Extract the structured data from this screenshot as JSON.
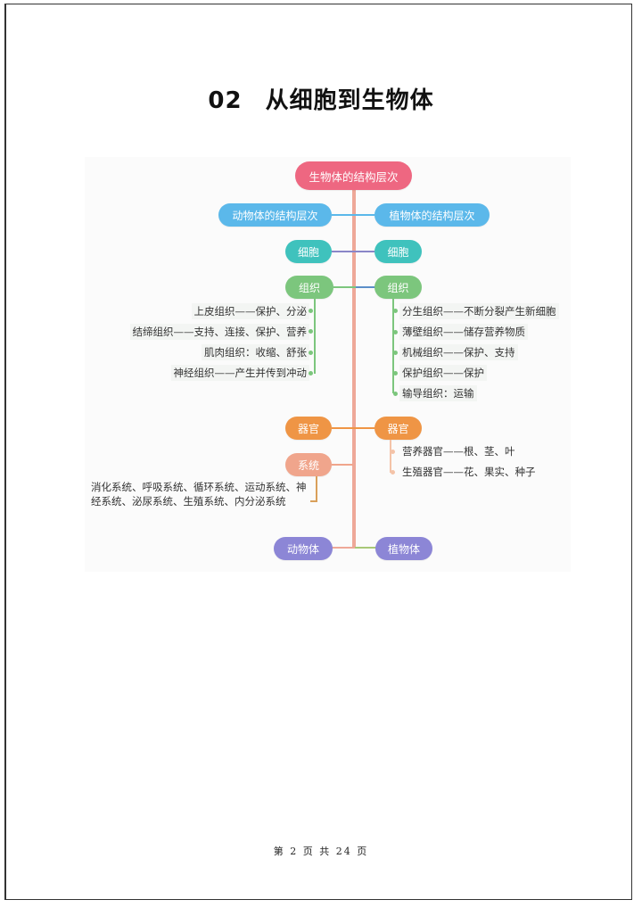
{
  "page": {
    "title_number": "02",
    "title_text": "从细胞到生物体",
    "footer": "第 2 页 共 24 页"
  },
  "mindmap": {
    "root": {
      "label": "生物体的结构层次",
      "color": "#ee6781"
    },
    "level1": {
      "left": {
        "label": "动物体的结构层次",
        "color": "#5bb8ea"
      },
      "right": {
        "label": "植物体的结构层次",
        "color": "#5bb8ea"
      }
    },
    "cell": {
      "left": {
        "label": "细胞",
        "color": "#3fc2bd"
      },
      "right": {
        "label": "细胞",
        "color": "#3fc2bd"
      }
    },
    "tissue": {
      "left": {
        "label": "组织",
        "color": "#7cc67d",
        "items": [
          "上皮组织——保护、分泌",
          "结缔组织——支持、连接、保护、营养",
          "肌肉组织：收缩、舒张",
          "神经组织——产生并传到冲动"
        ]
      },
      "right": {
        "label": "组织",
        "color": "#7cc67d",
        "items": [
          "分生组织——不断分裂产生新细胞",
          "薄壁组织——储存营养物质",
          "机械组织——保护、支持",
          "保护组织——保护",
          "输导组织：运输"
        ]
      }
    },
    "organ": {
      "left": {
        "label": "器官",
        "color": "#ef9545"
      },
      "right": {
        "label": "器官",
        "color": "#ef9545",
        "items": [
          "营养器官——根、茎、叶",
          "生殖器官——花、果实、种子"
        ]
      }
    },
    "system": {
      "left": {
        "label": "系统",
        "color": "#f0a58c",
        "description": "消化系统、呼吸系统、循环系统、运动系统、神经系统、泌尿系统、生殖系统、内分泌系统"
      }
    },
    "organism": {
      "left": {
        "label": "动物体",
        "color": "#8c86d6"
      },
      "right": {
        "label": "植物体",
        "color": "#8c86d6"
      }
    },
    "trunk_color": "#eea898"
  }
}
